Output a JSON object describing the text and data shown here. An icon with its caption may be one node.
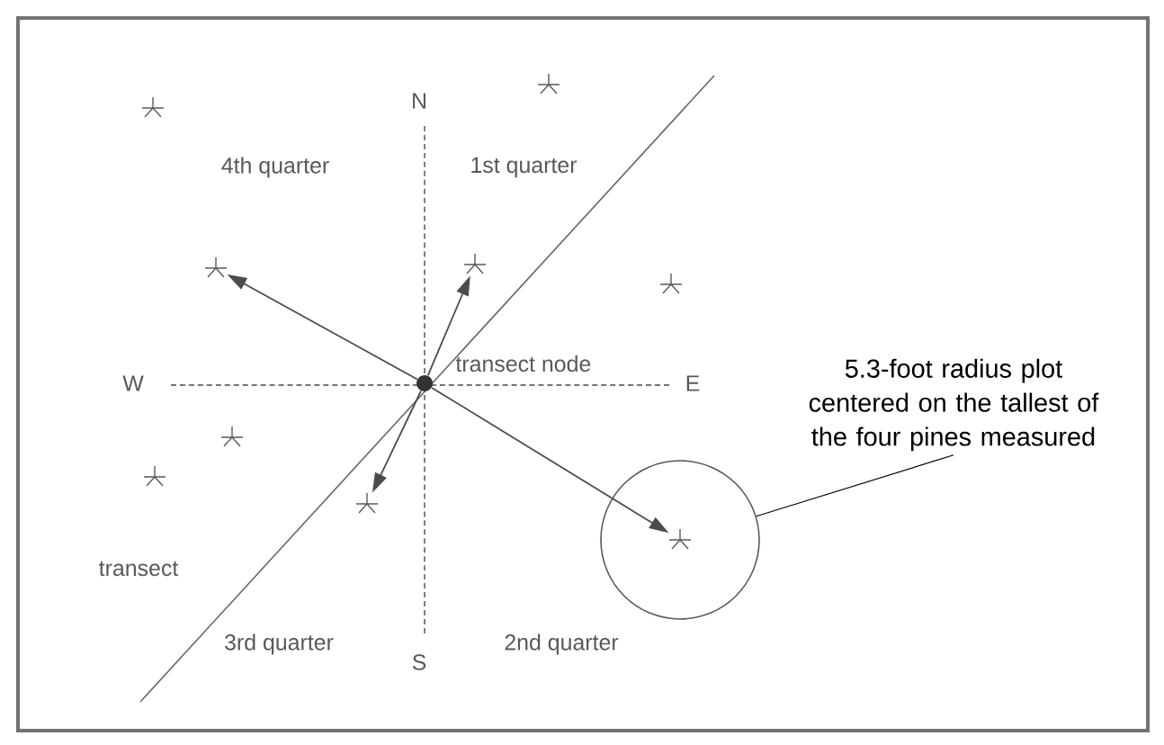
{
  "diagram": {
    "nodes": [
      {
        "text": [],
        "shape": "star"
      },
      {
        "text": [],
        "shape": "star"
      },
      {
        "text": [],
        "shape": "star"
      },
      {
        "text": [],
        "shape": "star"
      },
      {
        "text": [],
        "shape": "star"
      },
      {
        "text": [],
        "shape": "dot",
        "beside": [
          "transect node"
        ]
      },
      {
        "text": [
          "5.3-foot radius plot centered on the tallest of the four pines measured"
        ]
      },
      {
        "text": [],
        "shape": "star"
      },
      {
        "text": [],
        "shape": "star"
      },
      {
        "text": [],
        "shape": "star"
      },
      {
        "text": [],
        "shape": "circle"
      },
      {
        "text": [],
        "shape": "star",
        "in": 10
      }
    ],
    "edges": [
      {
        "from": 5,
        "to": 3,
        "arrow": "to"
      },
      {
        "from": 5,
        "to": 2,
        "arrow": "to"
      },
      {
        "from": 5,
        "to": 9,
        "arrow": "to"
      },
      {
        "from": 5,
        "to": 11,
        "arrow": "to"
      },
      {
        "from": 6,
        "to": 10,
        "arrow": "none"
      }
    ],
    "labels": [
      "N",
      "4th quarter",
      "1st quarter",
      "W",
      "E",
      "transect",
      "3rd quarter",
      "2nd quarter",
      "S"
    ]
  }
}
